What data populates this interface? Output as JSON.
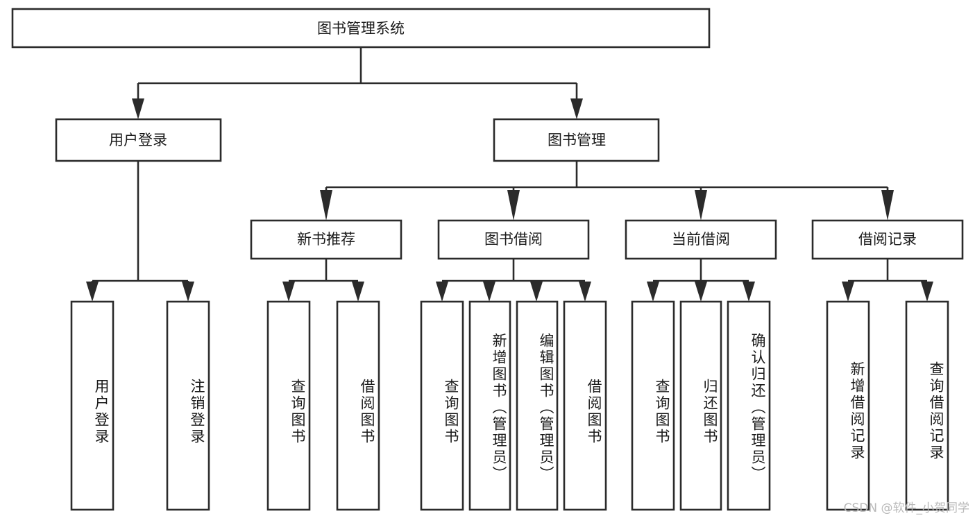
{
  "diagram": {
    "type": "tree-hierarchy-diagram",
    "title_node": "图书管理系统",
    "watermark": "CSDN @软件_小贺同学",
    "colors": {
      "stroke": "#2b2b2b",
      "box_fill": "#ffffff",
      "text": "#1a1a1a",
      "background": "#ffffff",
      "watermark": "#b9b9b9"
    },
    "levels": {
      "level1": [
        "图书管理系统"
      ],
      "level2": [
        "用户登录",
        "图书管理"
      ],
      "level3": [
        "新书推荐",
        "图书借阅",
        "当前借阅",
        "借阅记录"
      ],
      "level4": [
        "用户登录",
        "注销登录",
        "查询图书",
        "借阅图书",
        "查询图书",
        "新增图书（管理员）",
        "编辑图书（管理员）",
        "借阅图书",
        "查询图书",
        "归还图书",
        "确认归还（管理员）",
        "新增借阅记录",
        "查询借阅记录"
      ]
    },
    "nodes": {
      "root": {
        "label": "图书管理系统"
      },
      "user_login": {
        "label": "用户登录"
      },
      "book_manage": {
        "label": "图书管理"
      },
      "new_book_rec": {
        "label": "新书推荐"
      },
      "book_borrow": {
        "label": "图书借阅"
      },
      "current_borrow": {
        "label": "当前借阅"
      },
      "borrow_record": {
        "label": "借阅记录"
      }
    },
    "leaves": {
      "l1": {
        "label": "用户登录"
      },
      "l2": {
        "label": "注销登录"
      },
      "l3": {
        "label": "查询图书"
      },
      "l4": {
        "label": "借阅图书"
      },
      "l5": {
        "label": "查询图书"
      },
      "l6": {
        "label": "新增图书（管理员）"
      },
      "l7": {
        "label": "编辑图书（管理员）"
      },
      "l8": {
        "label": "借阅图书"
      },
      "l9": {
        "label": "查询图书"
      },
      "l10": {
        "label": "归还图书"
      },
      "l11": {
        "label": "确认归还（管理员）"
      },
      "l12": {
        "label": "新增借阅记录"
      },
      "l13": {
        "label": "查询借阅记录"
      }
    }
  }
}
